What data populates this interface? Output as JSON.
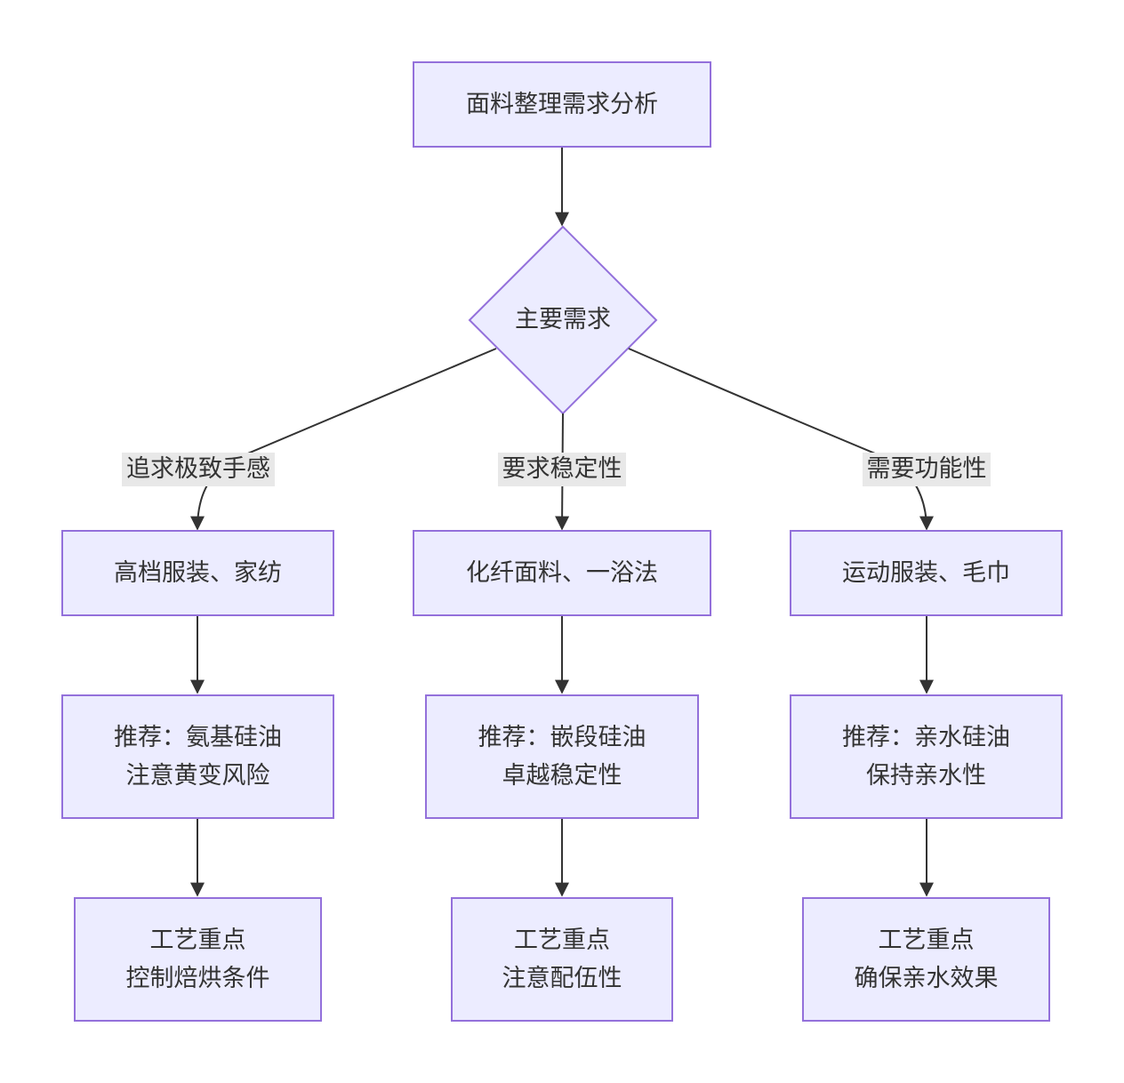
{
  "nodes": {
    "start": "面料整理需求分析",
    "decision": "主要需求",
    "a1": "高档服装、家纺",
    "b1": "化纤面料、一浴法",
    "c1": "运动服装、毛巾",
    "a2": [
      "推荐：氨基硅油",
      "注意黄变风险"
    ],
    "b2": [
      "推荐：嵌段硅油",
      "卓越稳定性"
    ],
    "c2": [
      "推荐：亲水硅油",
      "保持亲水性"
    ],
    "a3": [
      "工艺重点",
      "控制焙烘条件"
    ],
    "b3": [
      "工艺重点",
      "注意配伍性"
    ],
    "c3": [
      "工艺重点",
      "确保亲水效果"
    ]
  },
  "edge_labels": {
    "left": "追求极致手感",
    "middle": "要求稳定性",
    "right": "需要功能性"
  },
  "colors": {
    "node_fill": "#ECECFF",
    "node_stroke": "#9370DB",
    "edge": "#333333",
    "label_bg": "#E8E8E8"
  }
}
